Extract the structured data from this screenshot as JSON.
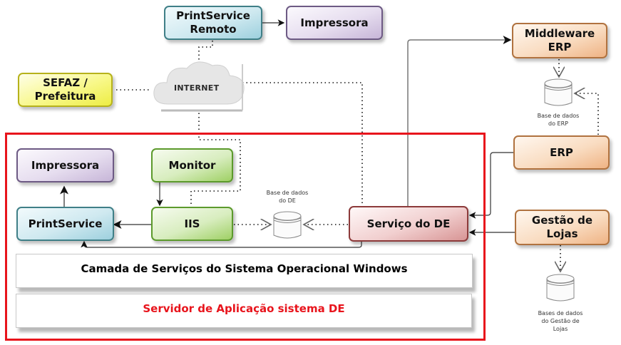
{
  "diagram": {
    "nodes": {
      "printservice_remoto": "PrintService\nRemoto",
      "impressora_remota": "Impressora",
      "sefaz": "SEFAZ /\nPrefeitura",
      "internet": "INTERNET",
      "middleware_erp": "Middleware\nERP",
      "erp": "ERP",
      "gestao_lojas": "Gestão de\nLojas",
      "impressora_local": "Impressora",
      "monitor": "Monitor",
      "printservice": "PrintService",
      "iis": "IIS",
      "servico_de": "Serviço do DE"
    },
    "databases": {
      "db_de": "Base de dados\ndo DE",
      "db_erp": "Base de dados\ndo ERP",
      "db_gestao": "Bases de dados\ndo Gestão de\nLojas"
    },
    "layers": {
      "windows": "Camada de Serviços do Sistema Operacional Windows",
      "server": "Servidor de Aplicação sistema DE"
    },
    "colors": {
      "server_border": "#e8141c",
      "server_label": "#e8141c"
    }
  }
}
